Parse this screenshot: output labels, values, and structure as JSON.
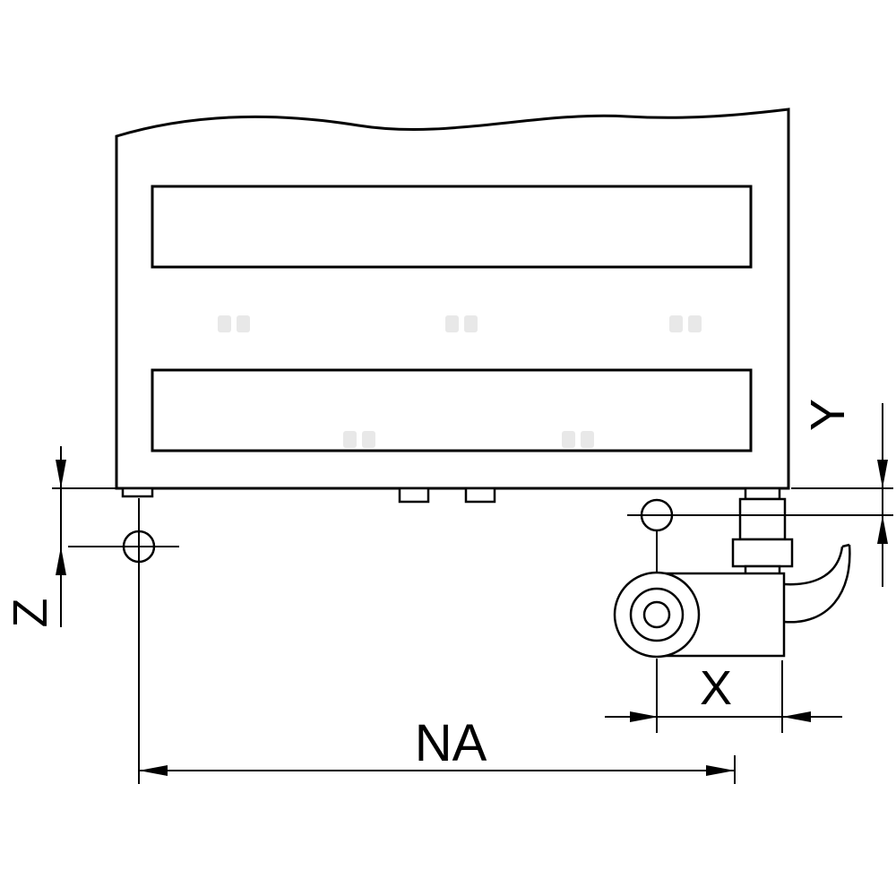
{
  "diagram": {
    "labels": {
      "na": "NA",
      "x": "X",
      "y": "Y",
      "z": "Z"
    },
    "colors": {
      "line": "#000000",
      "body_fill": "#e8e8e8",
      "slot_fill": "#ffffff",
      "part_fill": "#ffffff",
      "watermark": "#d9d9d9",
      "background": "#ffffff"
    }
  }
}
